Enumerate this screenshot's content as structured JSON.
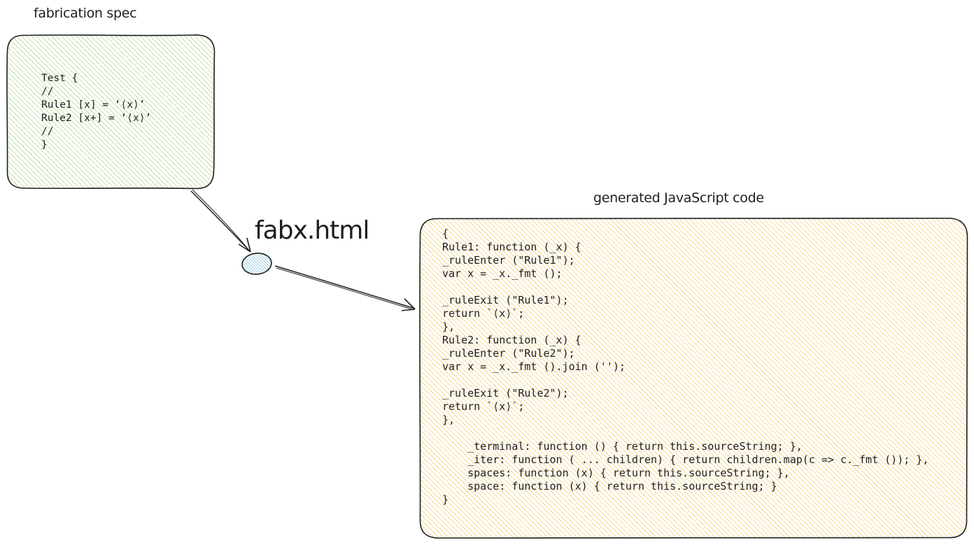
{
  "labels": {
    "spec_title": "fabrication spec",
    "tool_name": "fabx.html",
    "output_title": "generated JavaScript code"
  },
  "spec_box": {
    "code": "Test {\n//\nRule1 [x] = ‘⟨x⟩’\nRule2 [x+] = ‘⟨x⟩’\n//\n}",
    "fill_color": "#b2f2bb",
    "hatch_color": "#86c55a"
  },
  "output_box": {
    "code": "{\nRule1: function (_x) {\n_ruleEnter (\"Rule1\");\nvar x = _x._fmt ();\n\n_ruleExit (\"Rule1\");\nreturn `⟨x⟩`;\n},\nRule2: function (_x) {\n_ruleEnter (\"Rule2\");\nvar x = _x._fmt ().join ('');\n\n_ruleExit (\"Rule2\");\nreturn `⟨x⟩`;\n},\n\n    _terminal: function () { return this.sourceString; },\n    _iter: function ( ... children) { return children.map(c => c._fmt ()); },\n    spaces: function (x) { return this.sourceString; },\n    space: function (x) { return this.sourceString; }\n}",
    "fill_color": "#ffec99",
    "hatch_color": "#f0b429"
  },
  "tool_node": {
    "fill_color": "#a5d8ff",
    "hatch_color": "#4aa3c9"
  },
  "stroke_color": "#1e1e1e"
}
